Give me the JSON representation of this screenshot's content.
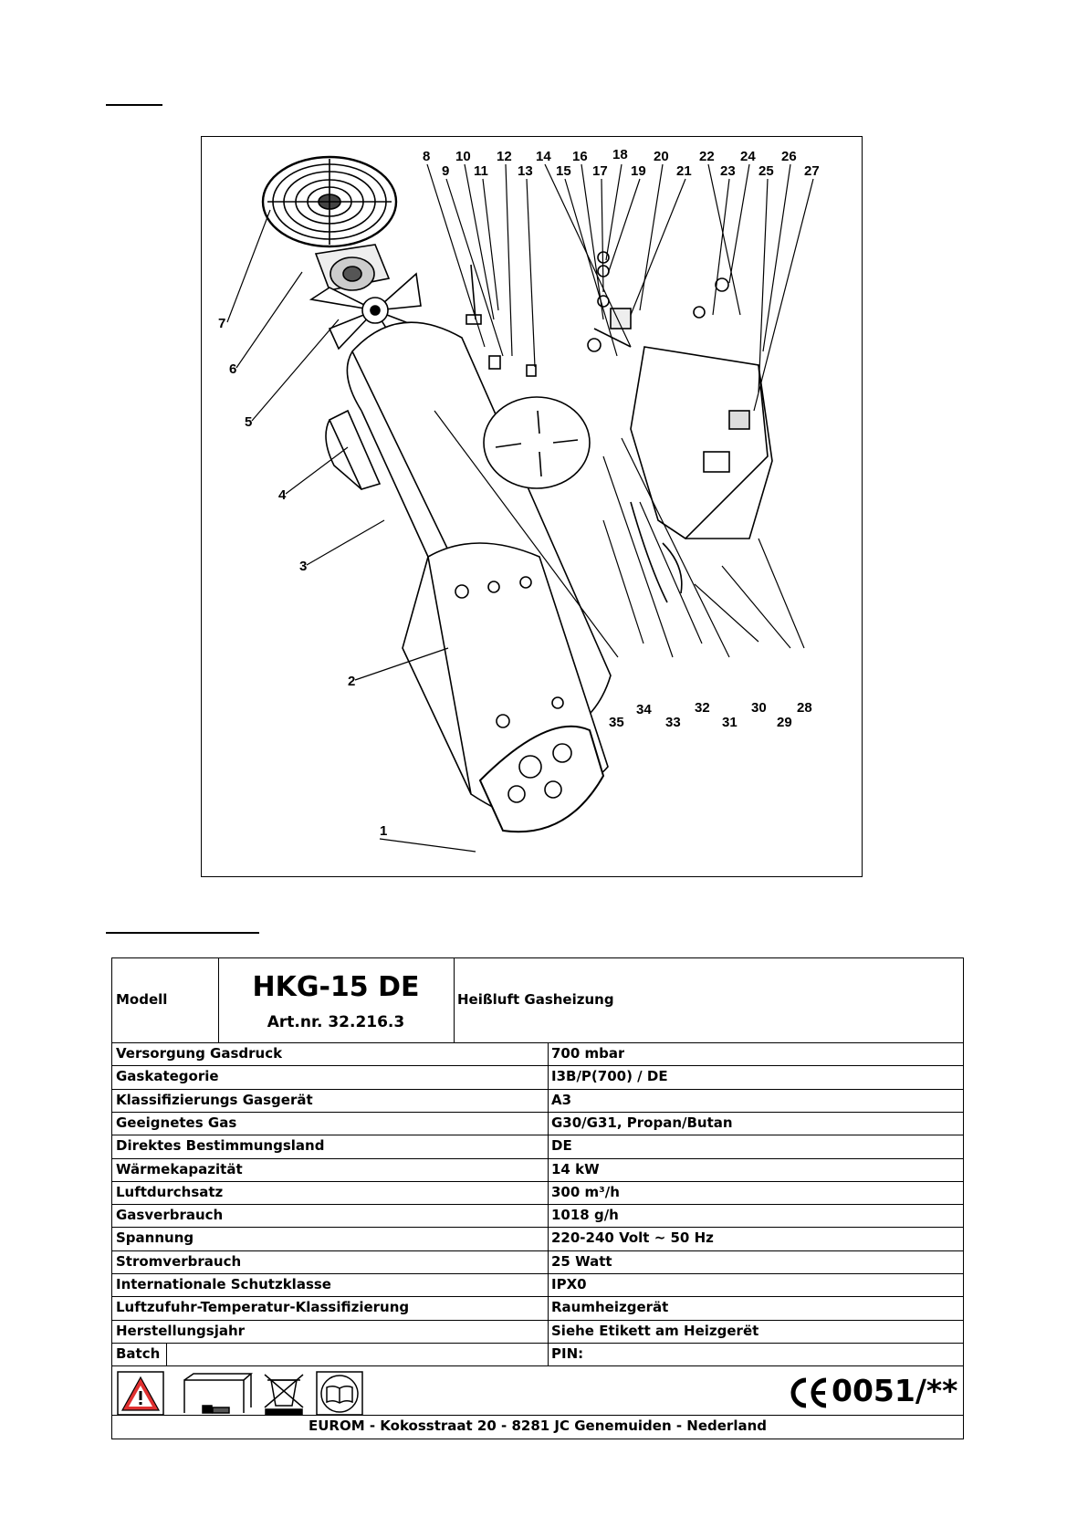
{
  "figure": {
    "part_numbers": [
      "1",
      "2",
      "3",
      "4",
      "5",
      "6",
      "7",
      "8",
      "9",
      "10",
      "11",
      "12",
      "13",
      "14",
      "15",
      "16",
      "17",
      "18",
      "19",
      "20",
      "21",
      "22",
      "23",
      "24",
      "25",
      "26",
      "27",
      "28",
      "29",
      "30",
      "31",
      "32",
      "33",
      "34",
      "35"
    ]
  },
  "spec": {
    "model_label": "Modell",
    "model_name": "HKG-15 DE",
    "article_number": "Art.nr. 32.216.3",
    "description": "Heißluft Gasheizung",
    "rows": [
      {
        "label": "Versorgung Gasdruck",
        "value": "700 mbar"
      },
      {
        "label": "Gaskategorie",
        "value": "I3B/P(700) / DE"
      },
      {
        "label": "Klassifizierungs Gasgerät",
        "value": "A3"
      },
      {
        "label": "Geeignetes Gas",
        "value": "G30/G31, Propan/Butan"
      },
      {
        "label": "Direktes Bestimmungsland",
        "value": "DE"
      },
      {
        "label": "Wärmekapazität",
        "value": "14 kW"
      },
      {
        "label": "Luftdurchsatz",
        "value": "300 m³/h"
      },
      {
        "label": "Gasverbrauch",
        "value": "1018 g/h"
      },
      {
        "label": "Spannung",
        "value": "220-240 Volt ~ 50 Hz"
      },
      {
        "label": "Stromverbrauch",
        "value": "25 Watt"
      },
      {
        "label": "Internationale Schutzklasse",
        "value": "IPX0"
      },
      {
        "label": "Luftzufuhr-Temperatur-Klassifizierung",
        "value": "Raumheizgerät"
      },
      {
        "label": "Herstellungsjahr",
        "value": "Siehe Etikett am Heizgerët"
      },
      {
        "label": "Batch",
        "value": "PIN:"
      }
    ],
    "ce_mark": "CE",
    "ce_number": "0051/**",
    "icons": [
      "warning-icon",
      "outdoor-use-icon",
      "weee-bin-icon",
      "read-manual-icon"
    ],
    "footer": "EUROM  -  Kokosstraat 20  - 8281 JC  Genemuiden  -  Nederland"
  }
}
